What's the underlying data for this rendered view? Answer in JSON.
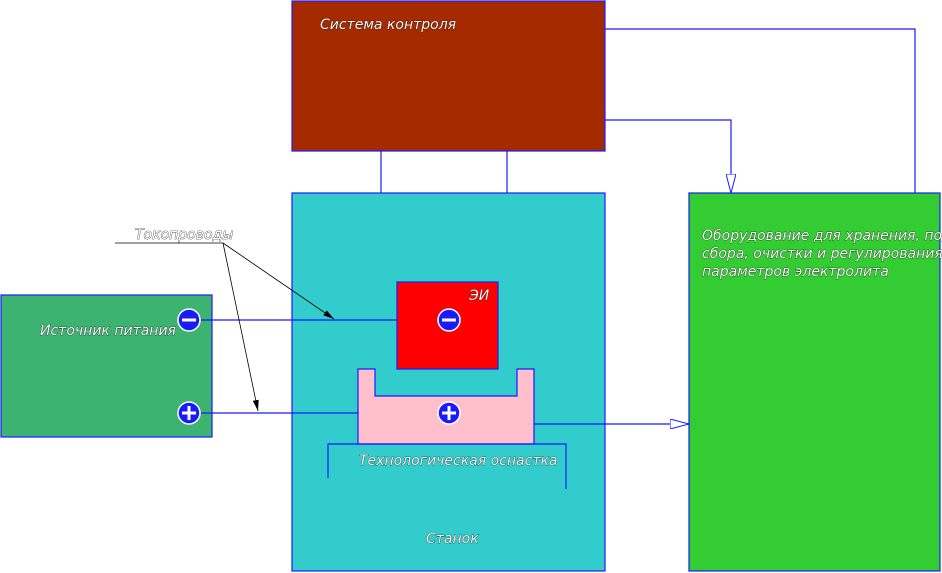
{
  "blocks": {
    "control_system": {
      "label": "Система контроля",
      "color": "#a52a00"
    },
    "machine": {
      "label": "Станок",
      "color": "#33cccc"
    },
    "power_source": {
      "label": "Источник питания",
      "color": "#3cb371"
    },
    "electrolyte_equipment": {
      "label_lines": [
        "Оборудование для хранения, подачи,",
        "сбора, очистки и регулирования",
        "параметров электролита"
      ],
      "color": "#33cc33"
    },
    "electrode_tool": {
      "label": "ЭИ",
      "color": "#ff0000"
    },
    "fixture": {
      "label": "Технологическая оснастка",
      "color": "#ffc0cb"
    }
  },
  "annotations": {
    "conductors": "Токопроводы"
  },
  "symbols": {
    "minus": "−",
    "plus": "+"
  },
  "colors": {
    "line": "#1a1aff",
    "leader": "#000000"
  }
}
